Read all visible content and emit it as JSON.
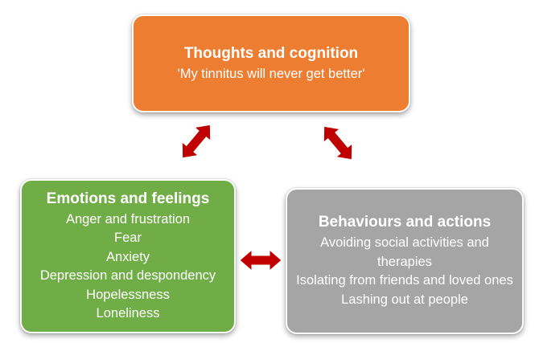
{
  "colors": {
    "thoughts_box": "#ed7d31",
    "emotions_box": "#70ad47",
    "behaviours_box": "#a5a5a5",
    "arrow": "#c00000",
    "text": "#ffffff"
  },
  "thoughts": {
    "title": "Thoughts and cognition",
    "quote": "'My tinnitus will never get better'"
  },
  "emotions": {
    "title": "Emotions and feelings",
    "items": [
      "Anger and frustration",
      "Fear",
      "Anxiety",
      "Depression and despondency",
      "Hopelessness",
      "Loneliness"
    ]
  },
  "behaviours": {
    "title": "Behaviours and actions",
    "items": [
      "Avoiding social activities and therapies",
      "Isolating from friends and loved ones",
      "Lashing out at people"
    ]
  },
  "connectors": [
    {
      "from": "thoughts",
      "to": "emotions",
      "direction": "bidirectional",
      "icon": "double-arrow-icon"
    },
    {
      "from": "thoughts",
      "to": "behaviours",
      "direction": "bidirectional",
      "icon": "double-arrow-icon"
    },
    {
      "from": "emotions",
      "to": "behaviours",
      "direction": "bidirectional",
      "icon": "double-arrow-icon"
    }
  ]
}
